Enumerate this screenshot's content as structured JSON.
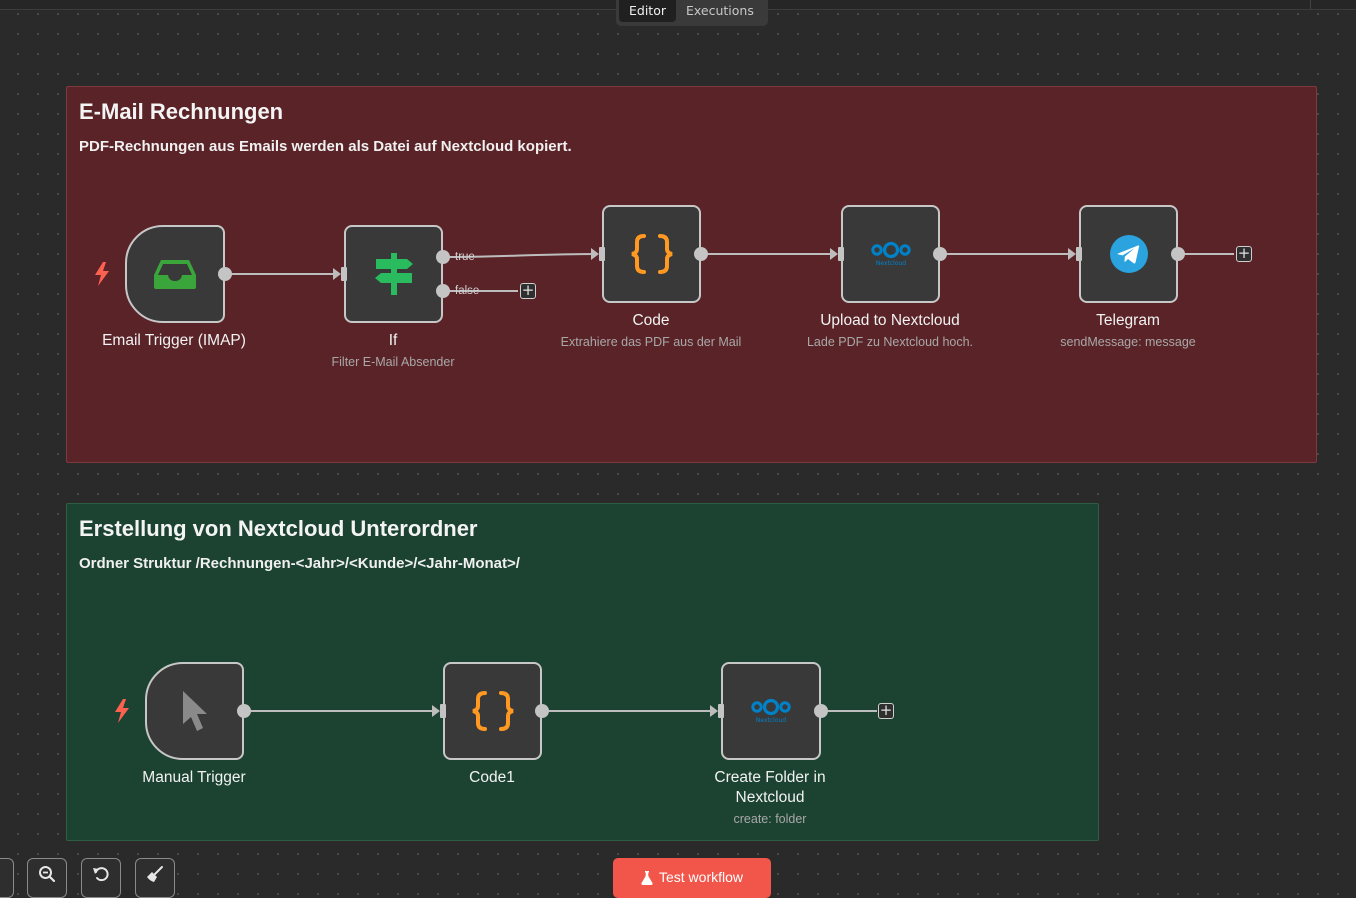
{
  "tabs": {
    "editor": "Editor",
    "executions": "Executions"
  },
  "sticky_invoices": {
    "title": "E-Mail Rechnungen",
    "subtitle": "PDF-Rechnungen aus Emails werden als Datei auf Nextcloud kopiert."
  },
  "sticky_folders": {
    "title": "Erstellung von Nextcloud Unterordner",
    "subtitle": "Ordner Struktur /Rechnungen-<Jahr>/<Kunde>/<Jahr-Monat>/"
  },
  "nodes": {
    "email_trigger": {
      "label": "Email Trigger (IMAP)",
      "icon": "inbox-icon"
    },
    "if": {
      "label": "If",
      "subtitle": "Filter E-Mail Absender",
      "icon": "signpost-icon",
      "true_label": "true",
      "false_label": "false"
    },
    "code": {
      "label": "Code",
      "subtitle": "Extrahiere das PDF aus der Mail",
      "icon": "curly-braces-icon"
    },
    "upload": {
      "label": "Upload to Nextcloud",
      "subtitle": "Lade PDF zu Nextcloud hoch.",
      "icon": "nextcloud-icon"
    },
    "telegram": {
      "label": "Telegram",
      "subtitle": "sendMessage: message",
      "icon": "telegram-icon"
    },
    "manual_trigger": {
      "label": "Manual Trigger",
      "icon": "cursor-icon"
    },
    "code1": {
      "label": "Code1",
      "icon": "curly-braces-icon"
    },
    "create_folder": {
      "label_line1": "Create Folder in",
      "label_line2": "Nextcloud",
      "subtitle": "create: folder",
      "icon": "nextcloud-icon"
    }
  },
  "nextcloud_wordmark": "Nextcloud",
  "test_button": {
    "label": "Test workflow",
    "icon": "flask-icon"
  },
  "colors": {
    "canvas": "#2a2a2a",
    "sticky_red": "#5a2328",
    "sticky_green": "#1c4332",
    "trigger_bolt": "#ff6150",
    "code_orange": "#ff9922",
    "if_green": "#2bbb5f",
    "inbox_green": "#3aa53a",
    "nextcloud_blue": "#0082c9",
    "telegram_blue": "#2aa3df",
    "test_button": "#f2564a"
  }
}
